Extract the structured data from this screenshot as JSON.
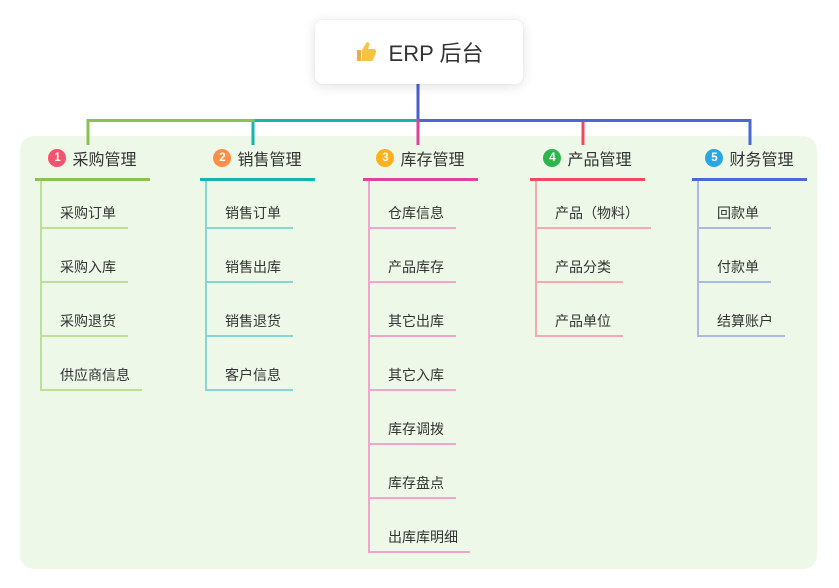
{
  "root": {
    "title": "ERP 后台",
    "icon": "thumbs-up-icon",
    "icon_color": "#f6c445"
  },
  "colors": {
    "trunk_blue": "#4a5ed1",
    "panel_bg": "#edf8e8",
    "text": "#333333",
    "node_bg": "#ffffff"
  },
  "branches": [
    {
      "number": "1",
      "label": "采购管理",
      "badge_color": "#f4536d",
      "line_color": "#8ac252",
      "child_line_color": "#bde097",
      "children": [
        "采购订单",
        "采购入库",
        "采购退货",
        "供应商信息"
      ]
    },
    {
      "number": "2",
      "label": "销售管理",
      "badge_color": "#fd8e45",
      "line_color": "#13b5ac",
      "child_line_color": "#84d8d1",
      "children": [
        "销售订单",
        "销售出库",
        "销售退货",
        "客户信息"
      ]
    },
    {
      "number": "3",
      "label": "库存管理",
      "badge_color": "#fcb21e",
      "line_color": "#e0419d",
      "child_line_color": "#f3a3cc",
      "children": [
        "仓库信息",
        "产品库存",
        "其它出库",
        "其它入库",
        "库存调拨",
        "库存盘点",
        "出库库明细"
      ]
    },
    {
      "number": "4",
      "label": "产品管理",
      "badge_color": "#2eb54e",
      "line_color": "#f0485e",
      "child_line_color": "#f8a9ad",
      "children": [
        "产品（物料）",
        "产品分类",
        "产品单位"
      ]
    },
    {
      "number": "5",
      "label": "财务管理",
      "badge_color": "#2aa6e0",
      "line_color": "#4a68d0",
      "child_line_color": "#a8bae8",
      "children": [
        "回款单",
        "付款单",
        "结算账户"
      ]
    }
  ]
}
